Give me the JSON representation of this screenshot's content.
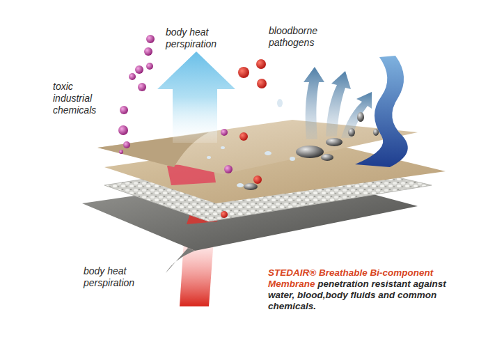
{
  "diagram": {
    "labels": [
      "body heat perspiration",
      "bloodborne pathogens",
      "toxic industrial chemicals",
      "body heat perspiration",
      "STEDAIR® Breathable Bi-component Membrane",
      "penetration resistant against water, blood,body fluids and common chemicals."
    ]
  }
}
